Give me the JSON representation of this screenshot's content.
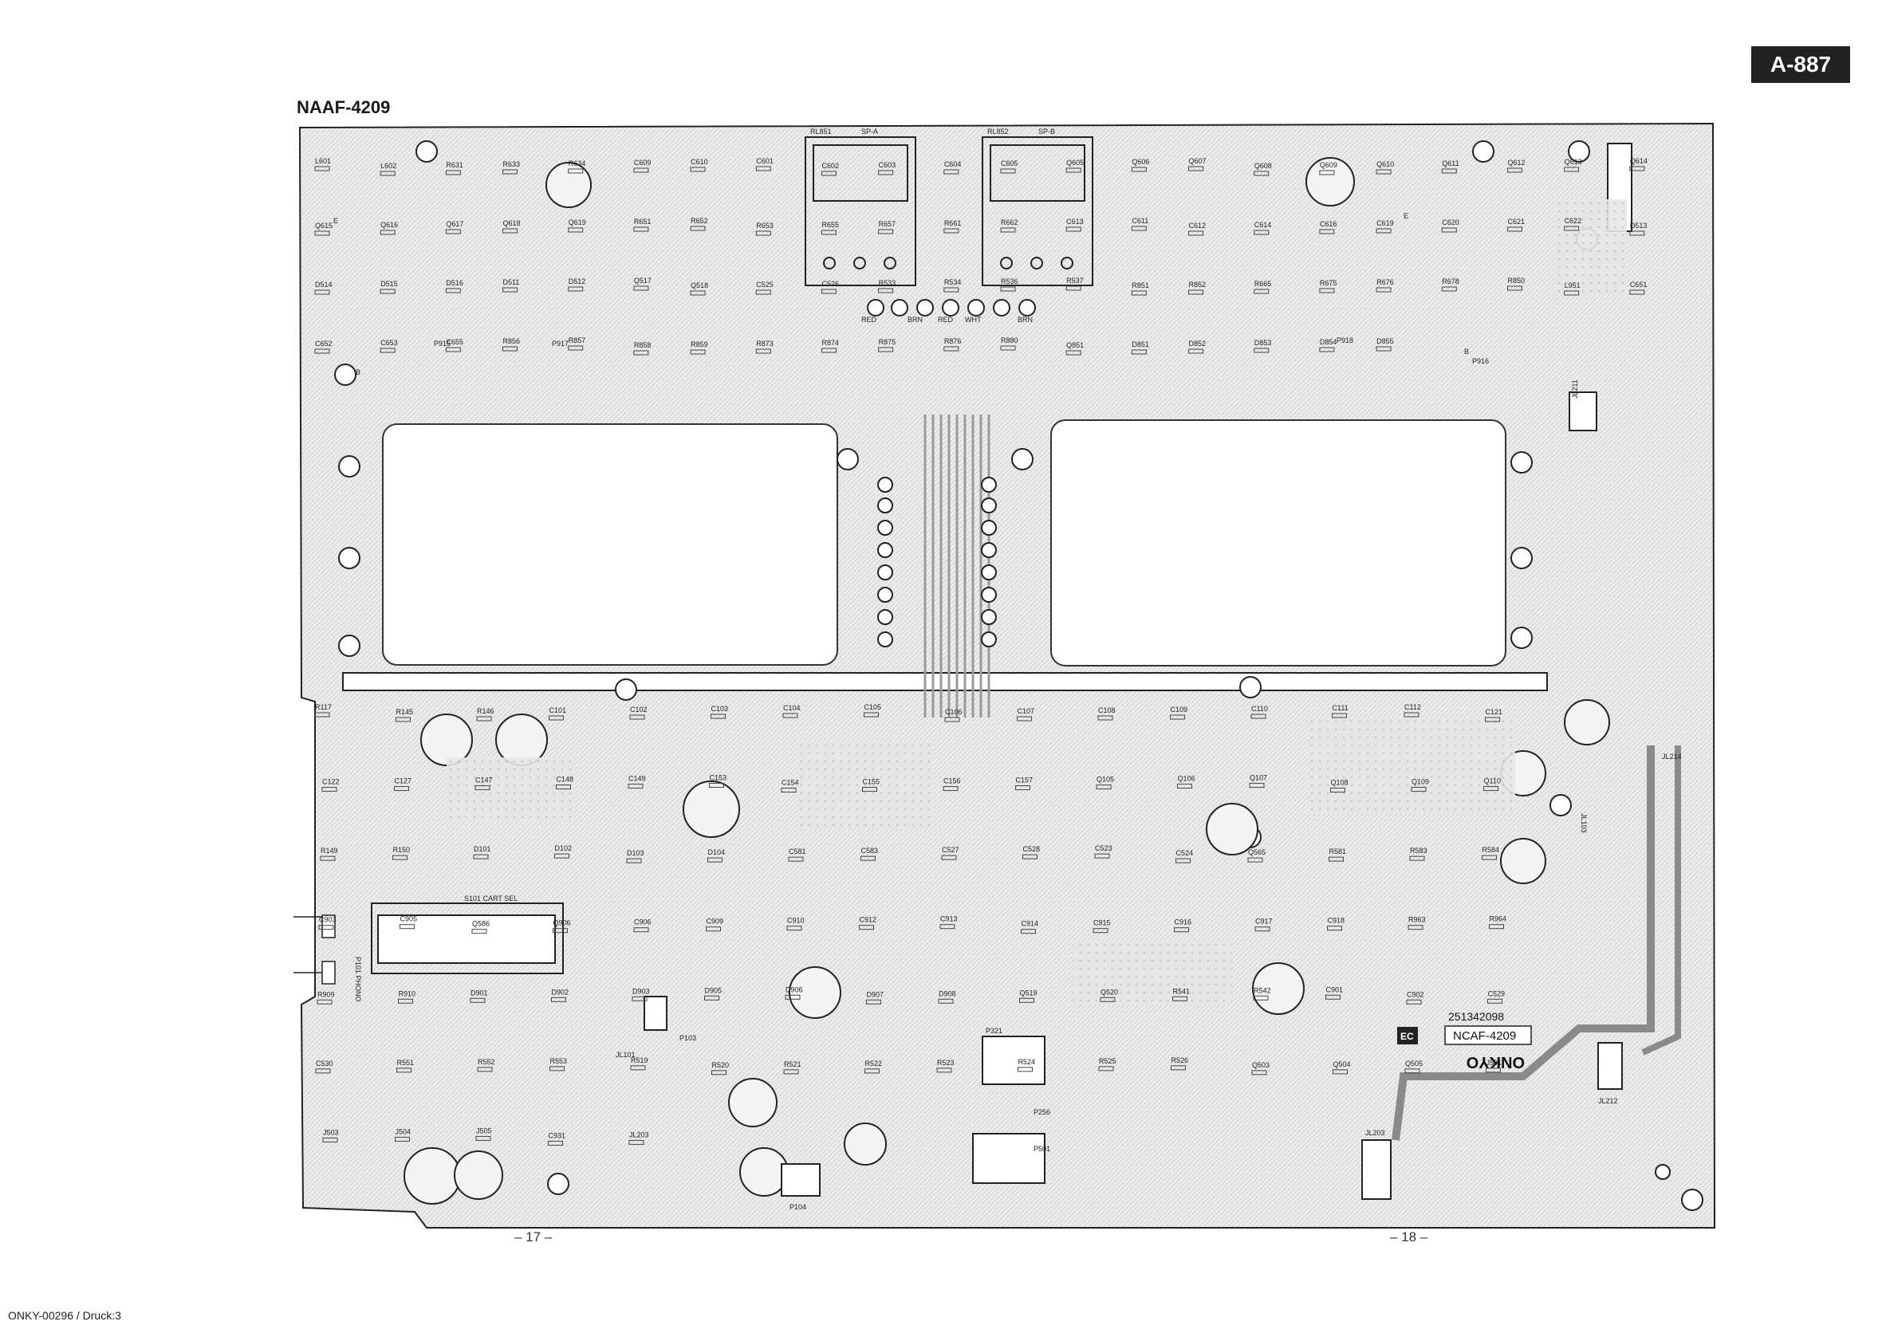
{
  "header": {
    "model_tag": "A-887",
    "board_name": "NAAF-4209"
  },
  "board": {
    "sticker_code": "251342098",
    "sticker_name": "NCAF-4209",
    "brand": "ONKYO",
    "sticker_mark": "EC",
    "switch_label": "S101 CART SEL",
    "relays": [
      "RL851",
      "SP-A",
      "RL852",
      "SP-B"
    ],
    "connectors": [
      "P101 PHONO",
      "P103",
      "P104",
      "P256",
      "P321",
      "P501",
      "P915",
      "P916",
      "P917",
      "P918",
      "JL101",
      "JL103",
      "JL203",
      "JL211",
      "JL212",
      "JL214"
    ],
    "color_labels": [
      "RED",
      "BRN",
      "RED",
      "WHT",
      "BRN"
    ],
    "components_top": [
      "L601",
      "L602",
      "R631",
      "R633",
      "R634",
      "C609",
      "C610",
      "C601",
      "C602",
      "C603",
      "C604",
      "C605",
      "Q605",
      "Q606",
      "Q607",
      "Q608",
      "Q609",
      "Q610",
      "Q611",
      "Q612",
      "Q613",
      "Q614",
      "Q615",
      "Q616",
      "Q617",
      "Q618",
      "Q619",
      "R651",
      "R652",
      "R653",
      "R655",
      "R657",
      "R661",
      "R662",
      "C613",
      "C611",
      "C612",
      "C614",
      "C616",
      "C619",
      "C620",
      "C621",
      "C622",
      "D513",
      "D514",
      "D515",
      "D516",
      "D511",
      "D512",
      "Q517",
      "Q518",
      "C525",
      "C526",
      "R533",
      "R534",
      "R536",
      "R537",
      "R851",
      "R852",
      "R665",
      "R675",
      "R676",
      "R678",
      "R850",
      "L951",
      "C651",
      "C652",
      "C653",
      "C655",
      "R856",
      "R857",
      "R858",
      "R859",
      "R873",
      "R874",
      "R875",
      "R876",
      "R880",
      "Q851",
      "D851",
      "D852",
      "D853",
      "D854",
      "D855"
    ],
    "components_bottom": [
      "R117",
      "R145",
      "R146",
      "C101",
      "C102",
      "C103",
      "C104",
      "C105",
      "C106",
      "C107",
      "C108",
      "C109",
      "C110",
      "C111",
      "C112",
      "C121",
      "C122",
      "C127",
      "C147",
      "C148",
      "C149",
      "C153",
      "C154",
      "C155",
      "C156",
      "C157",
      "Q105",
      "Q106",
      "Q107",
      "Q108",
      "Q109",
      "Q110",
      "R149",
      "R150",
      "D101",
      "D102",
      "D103",
      "D104",
      "C581",
      "C583",
      "C527",
      "C528",
      "C523",
      "C524",
      "Q565",
      "R581",
      "R583",
      "R584",
      "C903",
      "C905",
      "Q586",
      "Q906",
      "C906",
      "C909",
      "C910",
      "C912",
      "C913",
      "C914",
      "C915",
      "C916",
      "C917",
      "C918",
      "R963",
      "R964",
      "R909",
      "R910",
      "D901",
      "D902",
      "D903",
      "D905",
      "D906",
      "D907",
      "D908",
      "Q519",
      "Q520",
      "R541",
      "R542",
      "C901",
      "C902",
      "C529",
      "C530",
      "R551",
      "R552",
      "R553",
      "R519",
      "R520",
      "R521",
      "R522",
      "R523",
      "R524",
      "R525",
      "R526",
      "Q503",
      "Q504",
      "Q505",
      "J501",
      "J503",
      "J504",
      "J505",
      "C931",
      "JL203"
    ],
    "ground_marks": [
      "B",
      "E",
      "E",
      "B"
    ]
  },
  "pages": {
    "left": "– 17 –",
    "right": "– 18 –"
  },
  "footer": {
    "doc_ref": "ONKY-00296 / Druck:3"
  }
}
